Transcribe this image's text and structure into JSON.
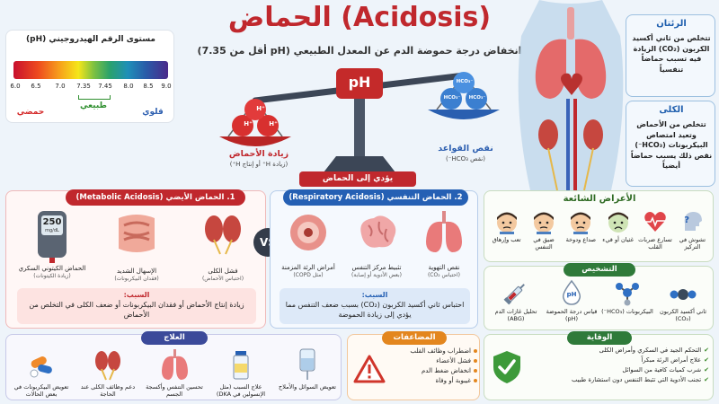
{
  "title": "الحماض (Acidosis)",
  "subtitle": "انخفاض درجة حموضة الدم عن المعدل الطبيعي (pH أقل من 7.35)",
  "ph_scale": {
    "title": "مستوى الرقم الهيدروجيني (pH)",
    "ticks": [
      "6.0",
      "6.5",
      "7.0",
      "7.35",
      "7.45",
      "8.0",
      "8.5",
      "9.0"
    ],
    "acidic": "حمضي",
    "normal": "طبيعي",
    "alkaline": "قلوي",
    "colors": {
      "acidic": "#d42a2a",
      "normal": "#2f8f2f",
      "alkaline": "#2d5fb0"
    }
  },
  "balance": {
    "ph_label": "pH",
    "acid_ions": [
      "H⁺",
      "H⁺",
      "H⁺"
    ],
    "base_ions": [
      "HCO₃⁻",
      "HCO₃⁻",
      "HCO₃⁻"
    ],
    "left_title": "زيادة الأحماض",
    "left_sub": "(زيادة H⁺ أو إنتاج H⁺)",
    "right_title": "نقص القواعد",
    "right_sub": "(نقص HCO₃⁻)",
    "leads_to": "يؤدي إلى الحماض"
  },
  "lungs_panel": {
    "title": "الرئتان",
    "text": "تتخلص من ثاني أكسيد الكربون (CO₂) الزيادة فيه تسبب حماضاً تنفسياً"
  },
  "kidneys_panel": {
    "title": "الكلى",
    "text": "تتخلص من الأحماض وتعيد امتصاص البيكربونات (HCO₃⁻) نقص ذلك يسبب حماضاً أيضياً"
  },
  "metabolic": {
    "header": "1. الحماض الأيضي (Metabolic Acidosis)",
    "items": [
      {
        "label": "فشل الكلى",
        "sub": "(احتباس الأحماض)",
        "icon": "kidneys-icon"
      },
      {
        "label": "الإسهال الشديد",
        "sub": "(فقدان البيكربونات)",
        "icon": "intestines-icon"
      },
      {
        "label": "الحماض الكيتوني السكري",
        "sub": "(زيادة الكيتونات)",
        "icon": "glucometer-icon",
        "meter": "250",
        "unit": "mg/dL"
      }
    ],
    "cause_title": "السبب:",
    "cause_text": "زيادة إنتاج الأحماض أو فقدان البيكربونات أو ضعف الكلى في التخلص من الأحماض"
  },
  "vs": "VS",
  "respiratory": {
    "header": "2. الحماض التنفسي (Respiratory Acidosis)",
    "items": [
      {
        "label": "أمراض الرئة المزمنة",
        "sub": "(مثل COPD)",
        "icon": "airway-icon"
      },
      {
        "label": "تثبيط مركز التنفس",
        "sub": "(بعض الأدوية أو إصابة)",
        "icon": "brain-icon"
      },
      {
        "label": "نقص التهوية",
        "sub": "(احتباس CO₂)",
        "icon": "lungs-icon"
      }
    ],
    "cause_title": "السبب:",
    "cause_text": "احتباس ثاني أكسيد الكربون (CO₂) بسبب ضعف التنفس مما يؤدي إلى زيادة الحموضة"
  },
  "symptoms": {
    "header": "الأعراض الشائعة",
    "items": [
      {
        "label": "تعب وإرهاق",
        "icon": "tired-face-icon"
      },
      {
        "label": "ضيق في التنفس",
        "icon": "breathless-face-icon"
      },
      {
        "label": "صداع ودوخة",
        "icon": "headache-face-icon"
      },
      {
        "label": "غثيان أو قيء",
        "icon": "nausea-face-icon"
      },
      {
        "label": "تسارع ضربات القلب",
        "icon": "heartbeat-icon"
      },
      {
        "label": "تشوش في التركيز",
        "icon": "confused-head-icon"
      }
    ]
  },
  "diagnosis": {
    "header": "التشخيص",
    "items": [
      {
        "label": "تحليل غازات الدم (ABG)",
        "icon": "syringe-icon"
      },
      {
        "label": "قياس درجة الحموضة (pH)",
        "icon": "drop-icon",
        "mark": "pH"
      },
      {
        "label": "البيكربونات (HCO₃⁻)",
        "icon": "molecule-icon"
      },
      {
        "label": "ثاني أكسيد الكربون (CO₂)",
        "icon": "co2-molecule-icon"
      }
    ]
  },
  "treatment": {
    "header": "العلاج",
    "items": [
      {
        "label": "تعويض السوائل والأملاح",
        "icon": "iv-bag-icon"
      },
      {
        "label": "علاج السبب (مثل الإنسولين في DKA)",
        "icon": "insulin-vial-icon"
      },
      {
        "label": "تحسين التنفس وأكسجة الجسم",
        "icon": "lungs-icon"
      },
      {
        "label": "دعم وظائف الكلى عند الحاجة",
        "icon": "kidneys-icon"
      },
      {
        "label": "تعويض البيكربونات في بعض الحالات",
        "icon": "pills-icon"
      }
    ]
  },
  "complications": {
    "header": "المضاعفات",
    "items": [
      "اضطراب وظائف القلب",
      "فشل الأعضاء",
      "انخفاض ضغط الدم",
      "غيبوبة أو وفاة"
    ]
  },
  "prevention": {
    "header": "الوقاية",
    "items": [
      "التحكم الجيد في السكري وأمراض الكلى",
      "علاج أمراض الرئة مبكراً",
      "شرب كميات كافية من السوائل",
      "تجنب الأدوية التي تثبط التنفس دون استشارة طبيب"
    ]
  }
}
